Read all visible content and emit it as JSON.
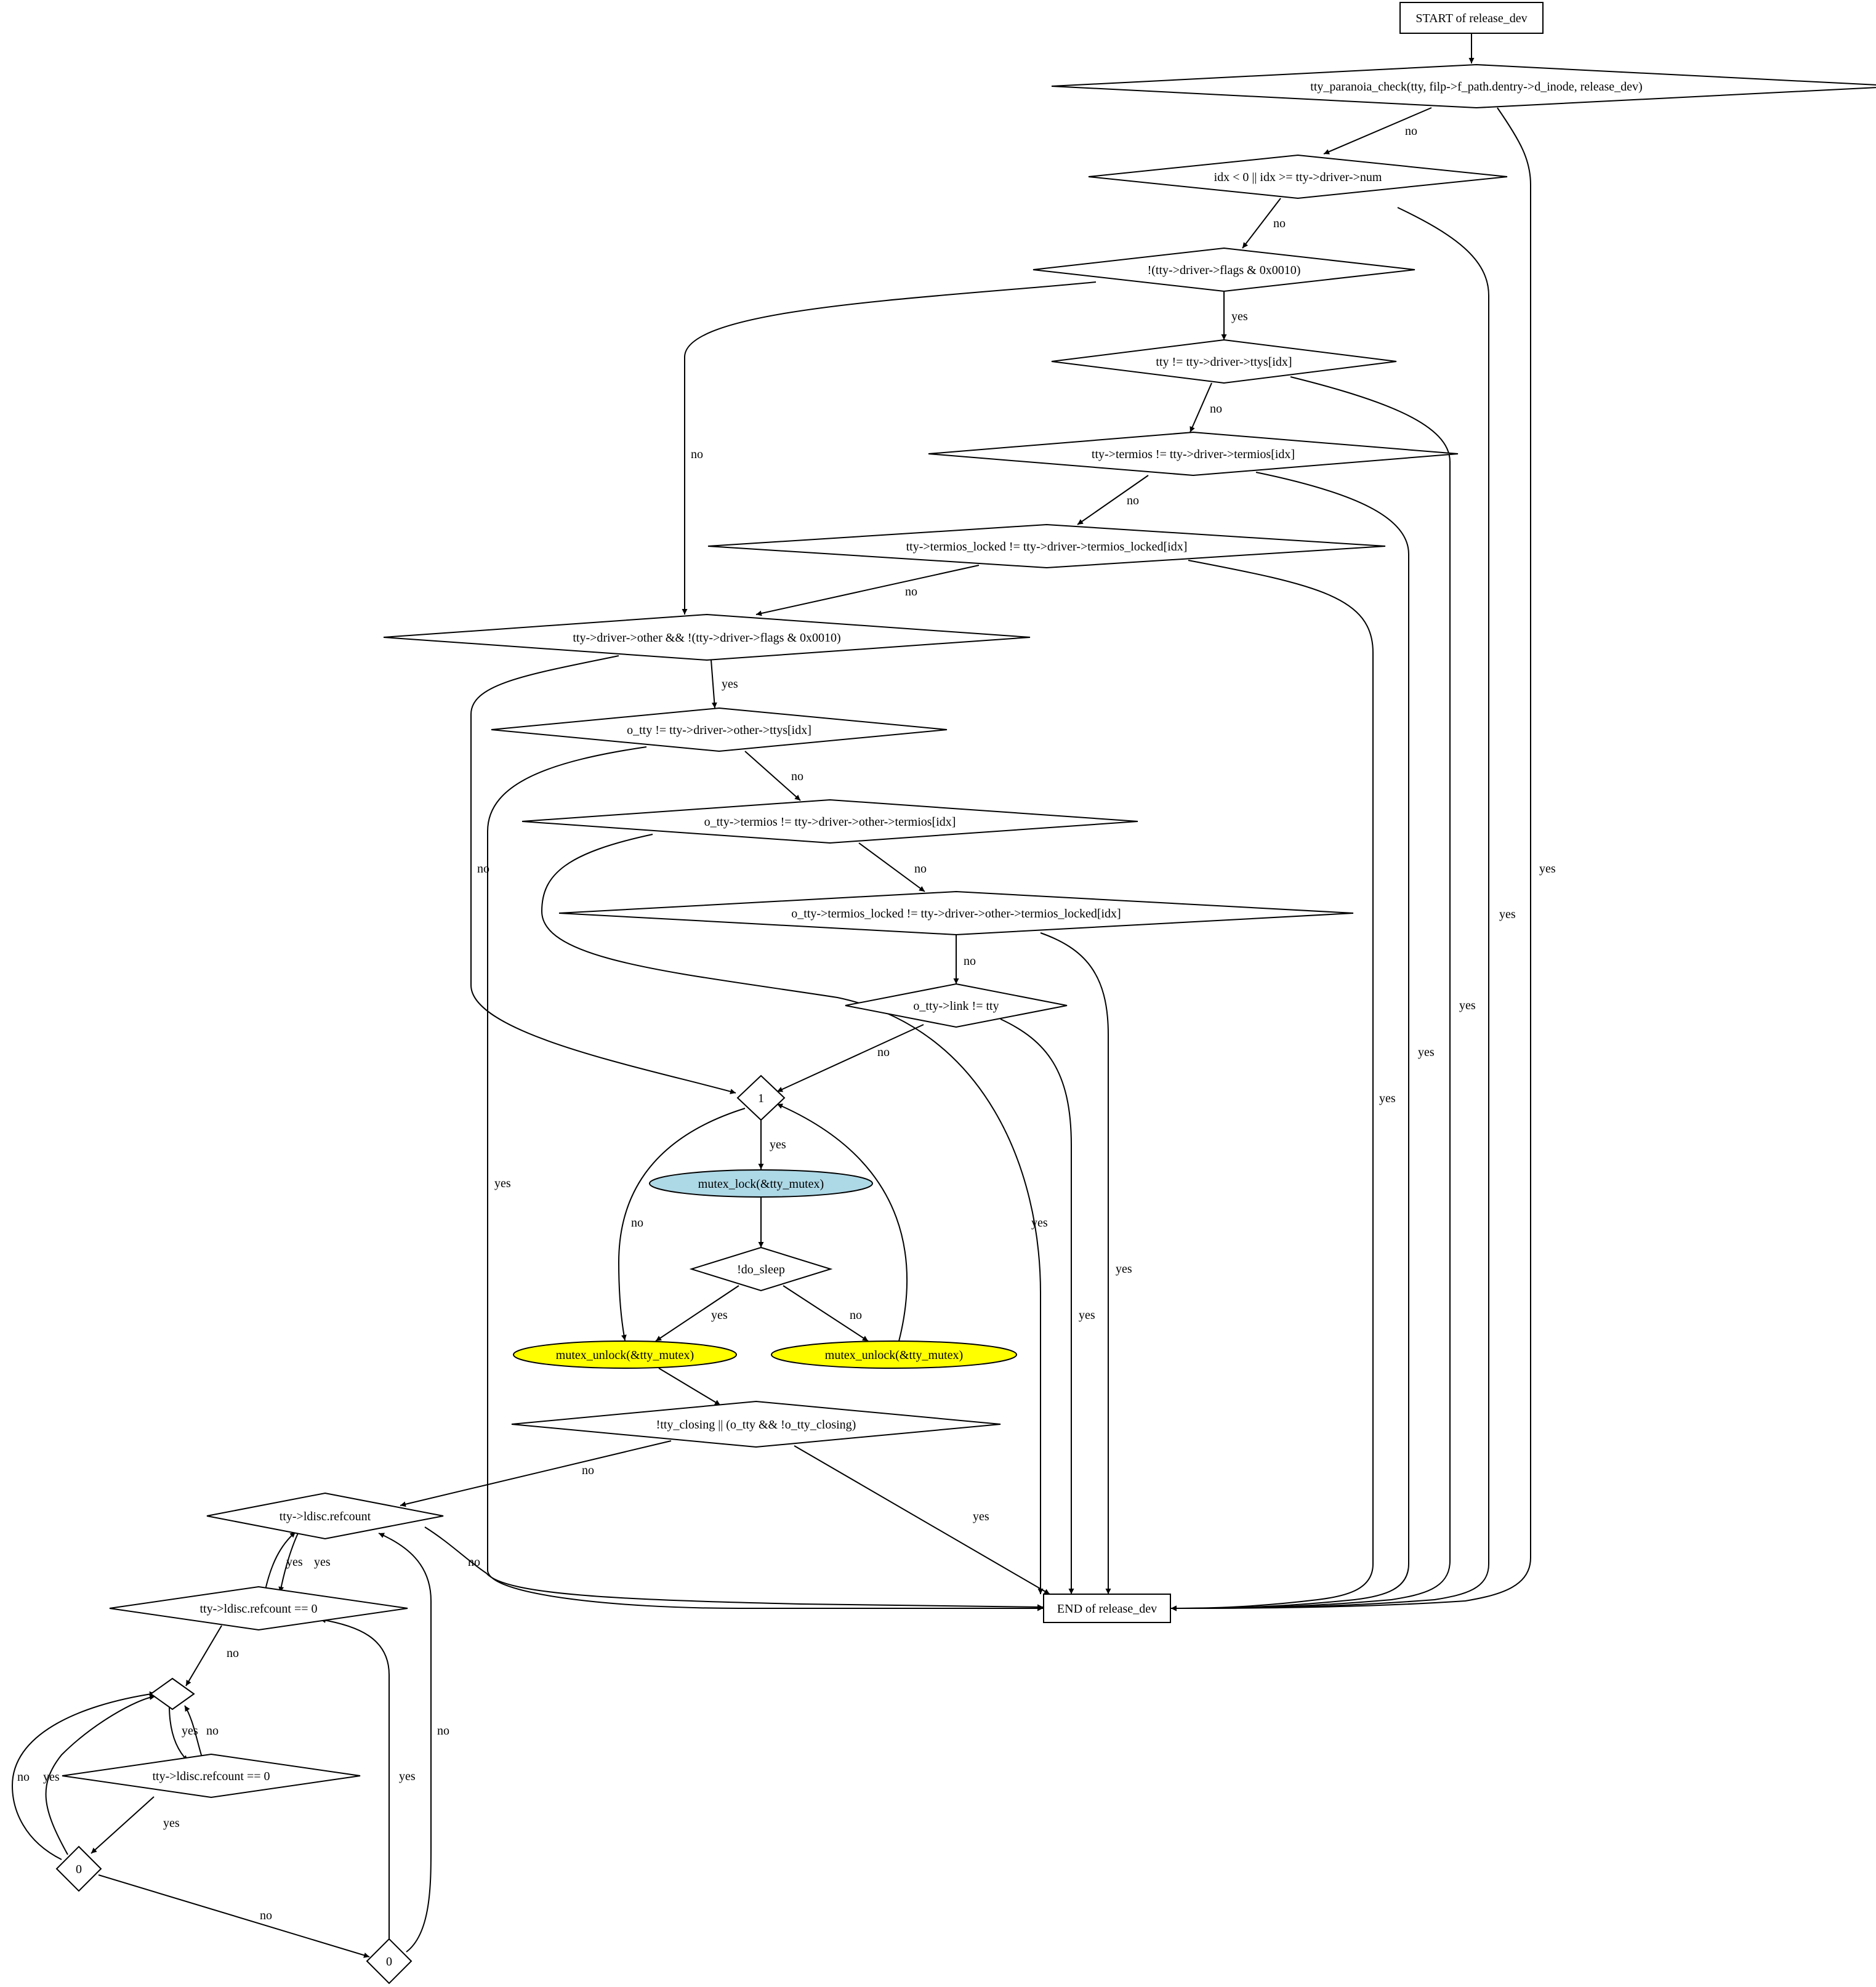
{
  "diagram": {
    "type": "flowchart",
    "nodes": [
      {
        "id": "start",
        "label": "START of release_dev",
        "shape": "box"
      },
      {
        "id": "d1",
        "label": "tty_paranoia_check(tty, filp->f_path.dentry->d_inode, release_dev)",
        "shape": "diamond"
      },
      {
        "id": "d2",
        "label": "idx < 0 || idx >= tty->driver->num",
        "shape": "diamond"
      },
      {
        "id": "d3",
        "label": "!(tty->driver->flags & 0x0010)",
        "shape": "diamond"
      },
      {
        "id": "d4",
        "label": "tty != tty->driver->ttys[idx]",
        "shape": "diamond"
      },
      {
        "id": "d5",
        "label": "tty->termios != tty->driver->termios[idx]",
        "shape": "diamond"
      },
      {
        "id": "d6",
        "label": "tty->termios_locked != tty->driver->termios_locked[idx]",
        "shape": "diamond"
      },
      {
        "id": "d7",
        "label": "tty->driver->other && !(tty->driver->flags & 0x0010)",
        "shape": "diamond"
      },
      {
        "id": "d8",
        "label": "o_tty != tty->driver->other->ttys[idx]",
        "shape": "diamond"
      },
      {
        "id": "d9",
        "label": "o_tty->termios != tty->driver->other->termios[idx]",
        "shape": "diamond"
      },
      {
        "id": "d10",
        "label": "o_tty->termios_locked != tty->driver->other->termios_locked[idx]",
        "shape": "diamond"
      },
      {
        "id": "d11",
        "label": "o_tty->link != tty",
        "shape": "diamond"
      },
      {
        "id": "one",
        "label": "1",
        "shape": "diamond"
      },
      {
        "id": "lock",
        "label": "mutex_lock(&tty_mutex)",
        "shape": "ellipse",
        "fill": "#add8e6"
      },
      {
        "id": "sleep",
        "label": "!do_sleep",
        "shape": "diamond"
      },
      {
        "id": "unlock1",
        "label": "mutex_unlock(&tty_mutex)",
        "shape": "ellipse",
        "fill": "#ffff00"
      },
      {
        "id": "unlock2",
        "label": "mutex_unlock(&tty_mutex)",
        "shape": "ellipse",
        "fill": "#ffff00"
      },
      {
        "id": "closing",
        "label": "!tty_closing || (o_tty && !o_tty_closing)",
        "shape": "diamond"
      },
      {
        "id": "ldref",
        "label": "tty->ldisc.refcount",
        "shape": "diamond"
      },
      {
        "id": "ldref0a",
        "label": "tty->ldisc.refcount == 0",
        "shape": "diamond"
      },
      {
        "id": "empty",
        "label": "",
        "shape": "diamond"
      },
      {
        "id": "ldref0b",
        "label": "tty->ldisc.refcount == 0",
        "shape": "diamond"
      },
      {
        "id": "zero1",
        "label": "0",
        "shape": "diamond"
      },
      {
        "id": "zero2",
        "label": "0",
        "shape": "diamond"
      },
      {
        "id": "end",
        "label": "END of release_dev",
        "shape": "box"
      }
    ],
    "edges": [
      {
        "from": "start",
        "to": "d1",
        "label": ""
      },
      {
        "from": "d1",
        "to": "d2",
        "label": "no"
      },
      {
        "from": "d1",
        "to": "end",
        "label": "yes"
      },
      {
        "from": "d2",
        "to": "d3",
        "label": "no"
      },
      {
        "from": "d2",
        "to": "end",
        "label": "yes"
      },
      {
        "from": "d3",
        "to": "d4",
        "label": "yes"
      },
      {
        "from": "d3",
        "to": "d7",
        "label": "no"
      },
      {
        "from": "d4",
        "to": "d5",
        "label": "no"
      },
      {
        "from": "d4",
        "to": "end",
        "label": "yes"
      },
      {
        "from": "d5",
        "to": "d6",
        "label": "no"
      },
      {
        "from": "d5",
        "to": "end",
        "label": "yes"
      },
      {
        "from": "d6",
        "to": "d7",
        "label": "no"
      },
      {
        "from": "d6",
        "to": "end",
        "label": "yes"
      },
      {
        "from": "d7",
        "to": "d8",
        "label": "yes"
      },
      {
        "from": "d7",
        "to": "one",
        "label": "no"
      },
      {
        "from": "d8",
        "to": "d9",
        "label": "no"
      },
      {
        "from": "d8",
        "to": "end",
        "label": "yes"
      },
      {
        "from": "d9",
        "to": "d10",
        "label": "no"
      },
      {
        "from": "d9",
        "to": "end",
        "label": "yes"
      },
      {
        "from": "d10",
        "to": "d11",
        "label": "no"
      },
      {
        "from": "d10",
        "to": "end",
        "label": "yes"
      },
      {
        "from": "d11",
        "to": "one",
        "label": "no"
      },
      {
        "from": "d11",
        "to": "end",
        "label": "yes"
      },
      {
        "from": "one",
        "to": "lock",
        "label": "yes"
      },
      {
        "from": "one",
        "to": "unlock1",
        "label": "no"
      },
      {
        "from": "lock",
        "to": "sleep",
        "label": ""
      },
      {
        "from": "sleep",
        "to": "unlock1",
        "label": "yes"
      },
      {
        "from": "sleep",
        "to": "unlock2",
        "label": "no"
      },
      {
        "from": "unlock2",
        "to": "one",
        "label": ""
      },
      {
        "from": "unlock1",
        "to": "closing",
        "label": ""
      },
      {
        "from": "closing",
        "to": "ldref",
        "label": "no"
      },
      {
        "from": "closing",
        "to": "end",
        "label": "yes"
      },
      {
        "from": "ldref",
        "to": "ldref0a",
        "label": "yes"
      },
      {
        "from": "ldref",
        "to": "end",
        "label": "no"
      },
      {
        "from": "ldref0a",
        "to": "ldref",
        "label": "yes"
      },
      {
        "from": "ldref0a",
        "to": "empty",
        "label": "no"
      },
      {
        "from": "empty",
        "to": "ldref0b",
        "label": "yes"
      },
      {
        "from": "ldref0b",
        "to": "empty",
        "label": "no"
      },
      {
        "from": "ldref0b",
        "to": "zero1",
        "label": "yes"
      },
      {
        "from": "zero1",
        "to": "empty",
        "label": "yes"
      },
      {
        "from": "empty",
        "to": "zero1",
        "label": "no"
      },
      {
        "from": "zero1",
        "to": "zero2",
        "label": "no"
      },
      {
        "from": "zero2",
        "to": "ldref0a",
        "label": "yes"
      },
      {
        "from": "zero2",
        "to": "ldref",
        "label": "no"
      }
    ]
  }
}
